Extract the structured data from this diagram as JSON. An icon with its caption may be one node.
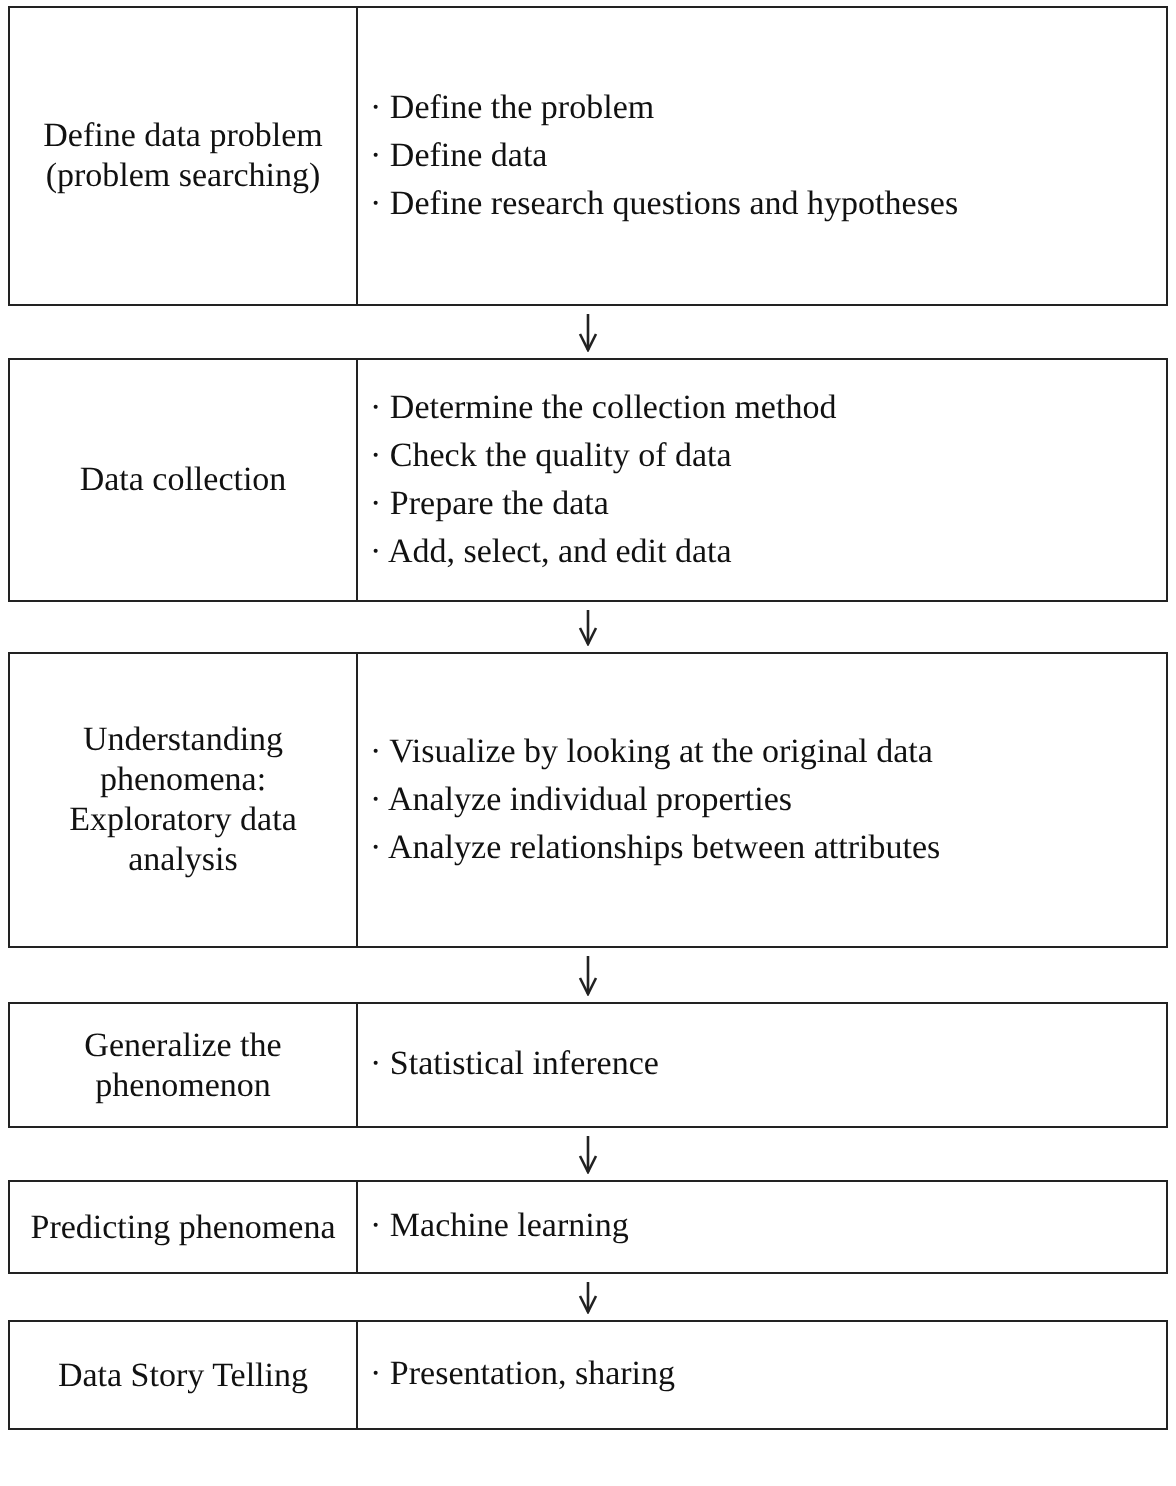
{
  "diagram": {
    "nodes": [
      {
        "text": [
          "Define data problem (problem searching)",
          "· Define the problem",
          "· Define data",
          "· Define research questions and hypotheses"
        ]
      },
      {
        "text": [
          "Data collection",
          "· Determine the collection method",
          "· Check the quality of data",
          "· Prepare the data",
          "· Add, select, and edit data"
        ]
      },
      {
        "text": [
          "Understanding phenomena: Exploratory data analysis",
          "· Visualize by looking at the original data",
          "· Analyze individual properties",
          "· Analyze relationships between attributes"
        ]
      },
      {
        "text": [
          "Generalize the phenomenon",
          "· Statistical inference"
        ]
      },
      {
        "text": [
          "Predicting phenomena",
          "· Machine learning"
        ]
      },
      {
        "text": [
          "Data Story Telling",
          "· Presentation, sharing"
        ]
      }
    ],
    "edges": [
      {
        "from": 0,
        "to": 1,
        "arrow": "to"
      },
      {
        "from": 1,
        "to": 2,
        "arrow": "to"
      },
      {
        "from": 2,
        "to": 3,
        "arrow": "to"
      },
      {
        "from": 3,
        "to": 4,
        "arrow": "to"
      },
      {
        "from": 4,
        "to": 5,
        "arrow": "to"
      }
    ]
  }
}
